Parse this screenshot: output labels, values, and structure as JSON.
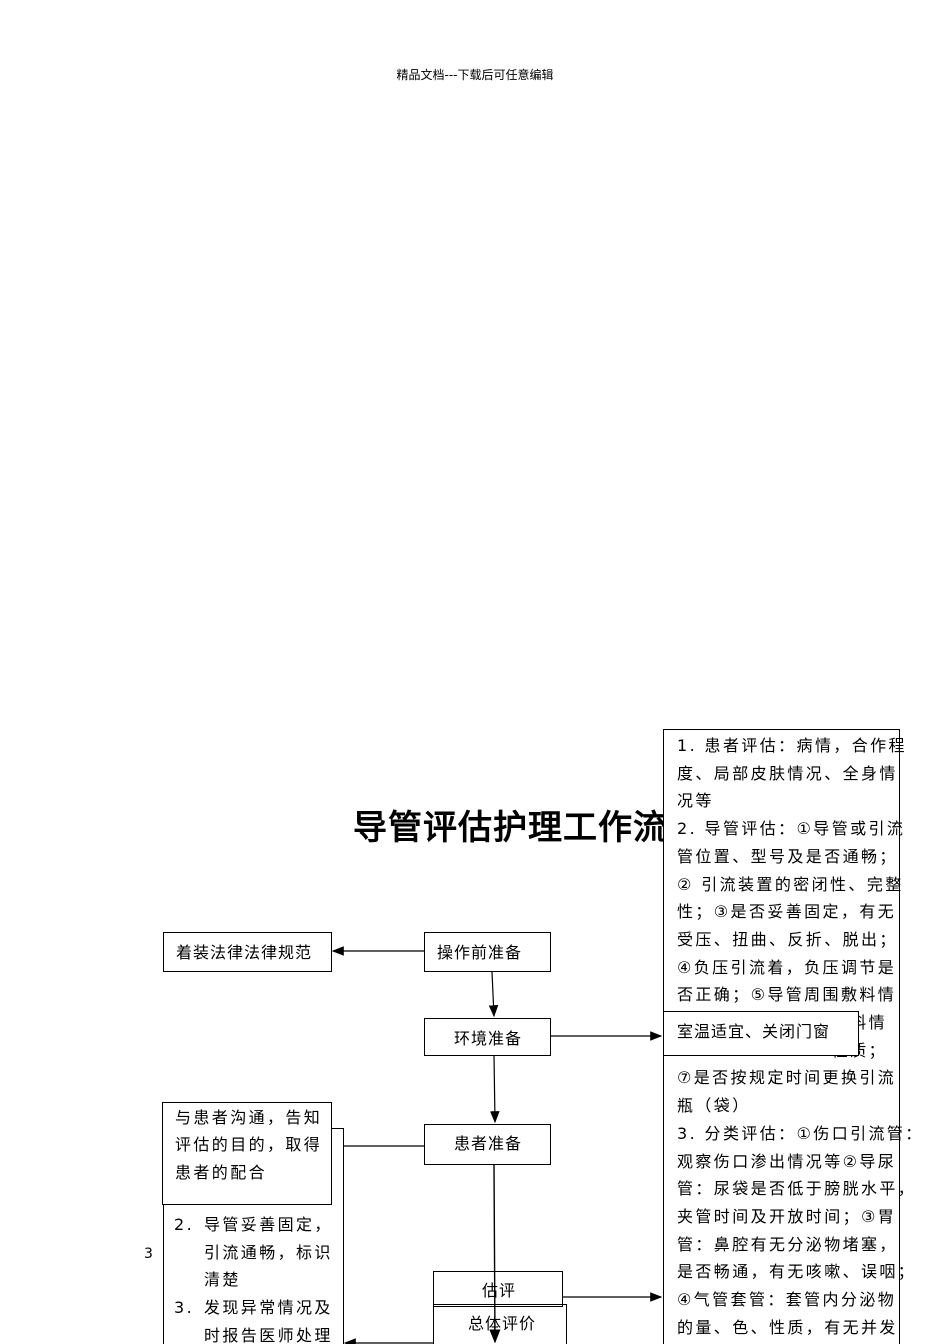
{
  "header": "精品文档---下载后可任意编辑",
  "title": "导管评估护理工作流",
  "page_number": "3",
  "nodes": {
    "dress": "着装法律法律规范",
    "pre_op": "操作前准备",
    "env": "环境准备",
    "env_detail": "室温适宜、关闭门窗",
    "patient": "患者准备",
    "patient_detail": [
      "与患者沟通，告知",
      "评估的目的，取得",
      "患者的配合"
    ],
    "assess": "估评",
    "overall": "总体评价"
  },
  "assessment_lines": [
    "1. 患者评估：病情，合作程",
    "度、局部皮肤情况、全身情",
    "况等",
    "2. 导管评估：①导管或引流",
    "管位置、型号及是否通畅；",
    "② 引流装置的密闭性、完整",
    "性；③是否妥善固定，有无",
    "受压、扭曲、反折、脱出；",
    "④负压引流着，负压调节是",
    "否正确；⑤导管周围敷料情",
    "料情",
    "性质；",
    "⑦是否按规定时间更换引流",
    "瓶（袋）",
    "3. 分类评估：①伤口引流管：",
    "观察伤口渗出情况等②导尿",
    "管：尿袋是否低于膀胱水平，",
    "夹管时间及开放时间；③胃",
    "管：鼻腔有无分泌物堵塞，",
    "是否畅通，有无咳嗽、误咽；",
    "④气管套管：套管内分泌物",
    "的量、色、性质，有无并发"
  ],
  "evaluation_list": [
    {
      "num": "2.",
      "lines": [
        "导管妥善固定，",
        "引流通畅，标识",
        "清楚"
      ]
    },
    {
      "num": "3.",
      "lines": [
        "发现异常情况及",
        "时报告医师处理"
      ]
    }
  ]
}
